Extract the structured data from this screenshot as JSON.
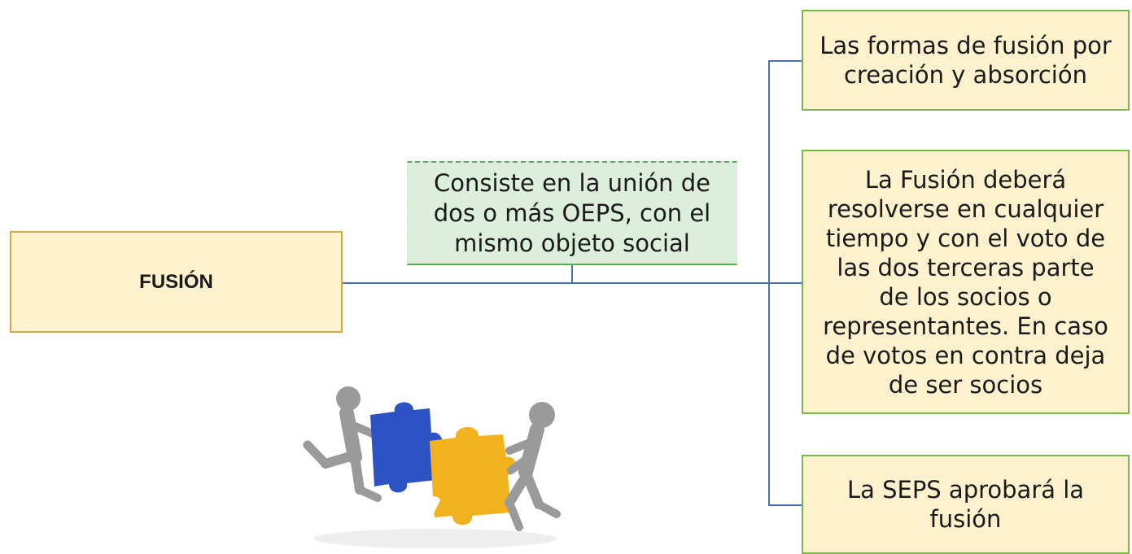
{
  "root": {
    "label": "FUSIÓN"
  },
  "definition": {
    "text": "Consiste en la unión de\ndos o más OEPS, con el\nmismo objeto social"
  },
  "branches": [
    {
      "text": "Las formas de fusión por\ncreación y absorción"
    },
    {
      "text": "La Fusión deberá\nresolverse en cualquier\ntiempo y con el voto de\nlas dos terceras parte\nde los socios o\nrepresentantes. En caso\nde votos en contra deja\nde ser socios"
    },
    {
      "text": "La SEPS aprobará la\nfusión"
    }
  ],
  "colors": {
    "connector": "#4a6fae",
    "root_fill": "#fdf1ce",
    "root_border": "#d3a84b",
    "definition_fill": "#dcefdc",
    "leaf_border": "#7ab648",
    "puzzle_blue": "#2d52c4",
    "puzzle_yellow": "#f2b21e"
  },
  "illustration": {
    "icon": "puzzle-people-icon"
  }
}
